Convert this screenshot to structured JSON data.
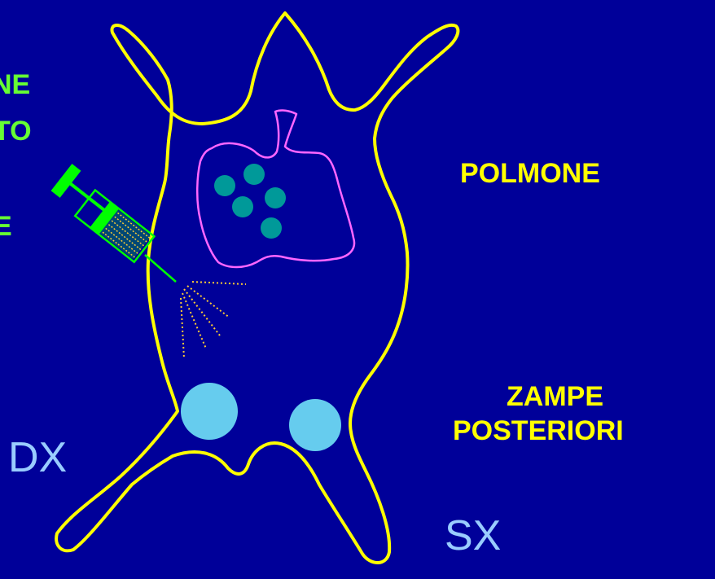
{
  "labels": {
    "left_line1": "NE",
    "left_line2": "TO",
    "left_line3": "E",
    "polmone": "POLMONE",
    "zampe_line1": "ZAMPE",
    "zampe_line2": "POSTERIORI",
    "dx": "DX",
    "sx": "SX"
  },
  "colors": {
    "background": "#000099",
    "outline": "#ffff00",
    "lung": "#ff66ff",
    "nodules": "#009999",
    "syringe": "#00ff00",
    "spray": "#ffcc33",
    "footpads": "#66ccee",
    "left_text": "#66ff33",
    "right_text": "#ffff00",
    "side_text": "#99ccff"
  },
  "icons": {
    "syringe": "syringe-icon",
    "animal": "mouse-silhouette"
  }
}
